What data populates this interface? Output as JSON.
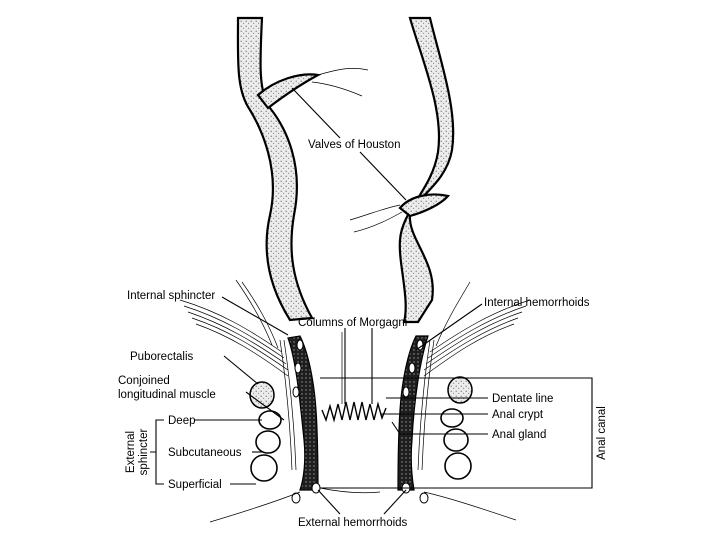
{
  "colors": {
    "ink": "#000000",
    "paper": "#ffffff",
    "stipple": "#9a9a9a"
  },
  "labels": {
    "valves": "Valves of Houston",
    "internal_sphincter": "Internal sphincter",
    "columns": "Columns of Morgagni",
    "internal_hemorrhoids": "Internal hemorrhoids",
    "puborectalis": "Puborectalis",
    "conjoined_1": "Conjoined",
    "conjoined_2": "longitudinal muscle",
    "deep": "Deep",
    "subcutaneous": "Subcutaneous",
    "superficial": "Superficial",
    "external_sphincter_1": "External",
    "external_sphincter_2": "sphincter",
    "dentate_line": "Dentate line",
    "anal_crypt": "Anal crypt",
    "anal_gland": "Anal gland",
    "anal_canal": "Anal canal",
    "external_hemorrhoids": "External hemorrhoids"
  }
}
